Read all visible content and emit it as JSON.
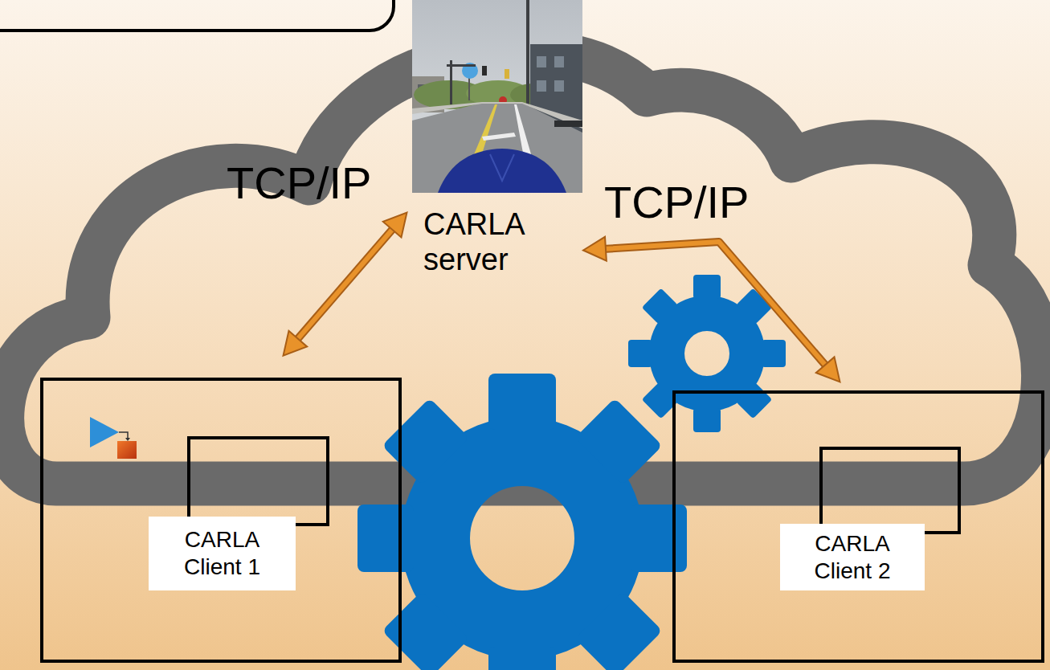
{
  "diagram": {
    "nodes": [
      {
        "text": [
          "CARLA server"
        ]
      },
      {
        "text": [
          "CARLA Client 1"
        ]
      },
      {
        "text": [
          "CARLA Client 2"
        ]
      }
    ],
    "edges": [
      {
        "from": 0,
        "to": 1,
        "arrow": "both",
        "label": "TCP/IP"
      },
      {
        "from": 0,
        "to": 2,
        "arrow": "both",
        "label": "TCP/IP"
      }
    ]
  }
}
